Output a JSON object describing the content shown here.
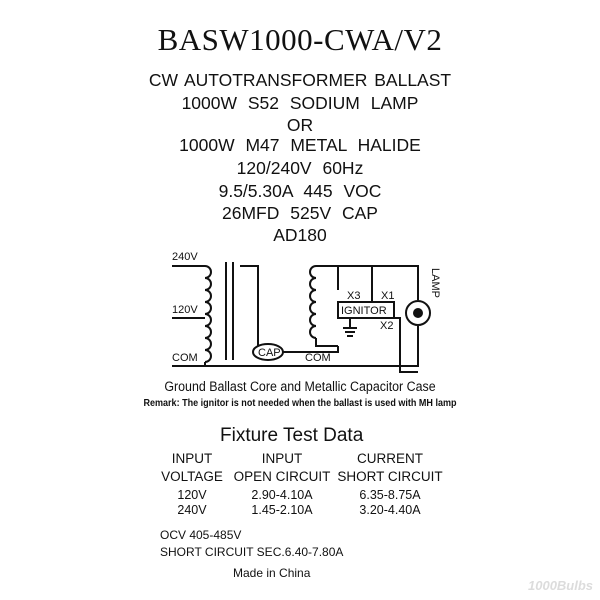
{
  "label": {
    "model": "BASW1000-CWA/V2",
    "specs": [
      "CW AUTOTRANSFORMER BALLAST",
      "1000W S52 SODIUM LAMP",
      "OR",
      "1000W M47 METAL HALIDE",
      "120/240V 60Hz",
      "9.5/5.30A 445 VOC",
      "26MFD 525V CAP",
      "AD180"
    ]
  },
  "diagram": {
    "labels": {
      "v240": "240V",
      "v120": "120V",
      "com_left": "COM",
      "com_mid": "COM",
      "cap": "CAP",
      "x1": "X1",
      "x2": "X2",
      "x3": "X3",
      "ignitor": "IGNITOR",
      "lamp": "LAMP"
    }
  },
  "notes": {
    "ground": "Ground Ballast Core and Metallic Capacitor Case",
    "remark": "Remark: The ignitor is not needed when the ballast is used with MH lamp"
  },
  "test_data": {
    "title": "Fixture Test Data",
    "headers": [
      [
        "INPUT",
        "VOLTAGE"
      ],
      [
        "INPUT",
        "OPEN CIRCUIT"
      ],
      [
        "CURRENT",
        "SHORT CIRCUIT"
      ]
    ],
    "rows": [
      [
        "120V",
        "2.90-4.10A",
        "6.35-8.75A"
      ],
      [
        "240V",
        "1.45-2.10A",
        "3.20-4.40A"
      ]
    ]
  },
  "footer": {
    "ocv": "OCV 405-485V",
    "short_circuit": "SHORT CIRCUIT SEC.6.40-7.80A",
    "made_in": "Made in China",
    "watermark": "1000Bulbs"
  }
}
